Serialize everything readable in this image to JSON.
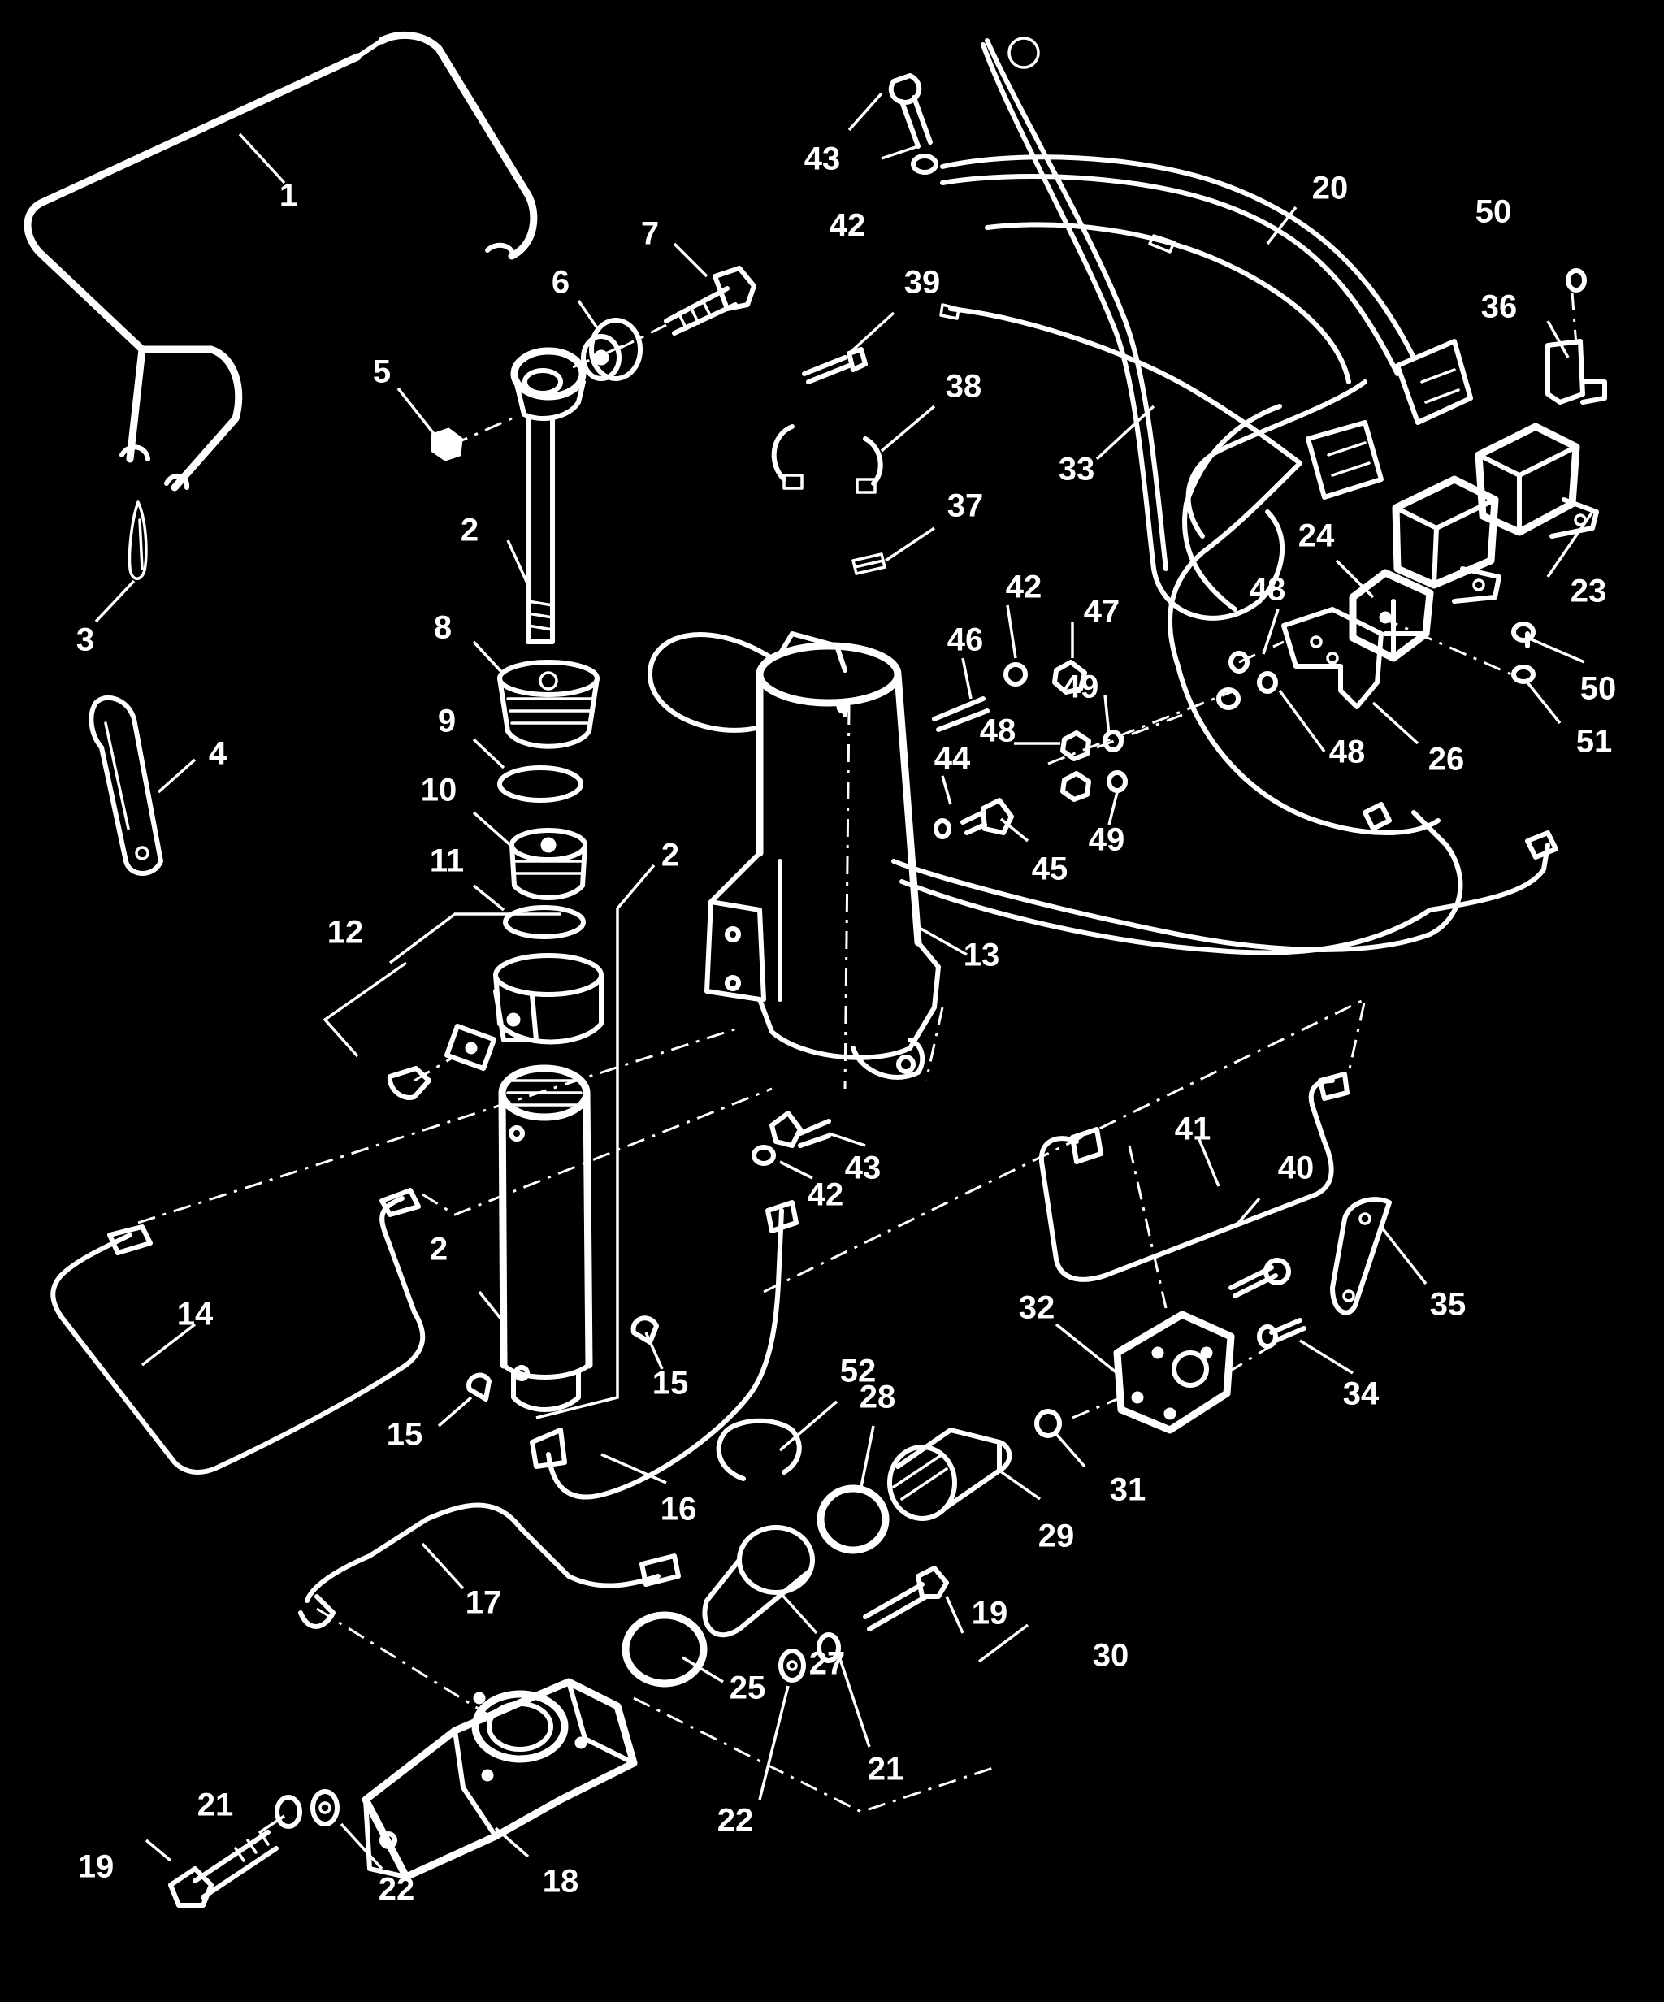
{
  "colors": {
    "background": "#000000",
    "linework": "#ffffff"
  },
  "callouts": [
    {
      "id": "c1",
      "text": "1"
    },
    {
      "id": "c2a",
      "text": "2"
    },
    {
      "id": "c2b",
      "text": "2"
    },
    {
      "id": "c2c",
      "text": "2"
    },
    {
      "id": "c3",
      "text": "3"
    },
    {
      "id": "c4",
      "text": "4"
    },
    {
      "id": "c5",
      "text": "5"
    },
    {
      "id": "c6",
      "text": "6"
    },
    {
      "id": "c7",
      "text": "7"
    },
    {
      "id": "c8",
      "text": "8"
    },
    {
      "id": "c9",
      "text": "9"
    },
    {
      "id": "c10",
      "text": "10"
    },
    {
      "id": "c11",
      "text": "11"
    },
    {
      "id": "c12",
      "text": "12"
    },
    {
      "id": "c13",
      "text": "13"
    },
    {
      "id": "c14",
      "text": "14"
    },
    {
      "id": "c15a",
      "text": "15"
    },
    {
      "id": "c15b",
      "text": "15"
    },
    {
      "id": "c16",
      "text": "16"
    },
    {
      "id": "c17",
      "text": "17"
    },
    {
      "id": "c18",
      "text": "18"
    },
    {
      "id": "c19a",
      "text": "19"
    },
    {
      "id": "c19b",
      "text": "19"
    },
    {
      "id": "c20",
      "text": "20"
    },
    {
      "id": "c21a",
      "text": "21"
    },
    {
      "id": "c21b",
      "text": "21"
    },
    {
      "id": "c22a",
      "text": "22"
    },
    {
      "id": "c22b",
      "text": "22"
    },
    {
      "id": "c23",
      "text": "23"
    },
    {
      "id": "c24",
      "text": "24"
    },
    {
      "id": "c25",
      "text": "25"
    },
    {
      "id": "c26",
      "text": "26"
    },
    {
      "id": "c27",
      "text": "27"
    },
    {
      "id": "c28",
      "text": "28"
    },
    {
      "id": "c29",
      "text": "29"
    },
    {
      "id": "c30",
      "text": "30"
    },
    {
      "id": "c31",
      "text": "31"
    },
    {
      "id": "c32",
      "text": "32"
    },
    {
      "id": "c33",
      "text": "33"
    },
    {
      "id": "c34",
      "text": "34"
    },
    {
      "id": "c35",
      "text": "35"
    },
    {
      "id": "c36",
      "text": "36"
    },
    {
      "id": "c37",
      "text": "37"
    },
    {
      "id": "c38",
      "text": "38"
    },
    {
      "id": "c39",
      "text": "39"
    },
    {
      "id": "c40",
      "text": "40"
    },
    {
      "id": "c41",
      "text": "41"
    },
    {
      "id": "c42a",
      "text": "42"
    },
    {
      "id": "c42b",
      "text": "42"
    },
    {
      "id": "c42c",
      "text": "42"
    },
    {
      "id": "c43a",
      "text": "43"
    },
    {
      "id": "c43b",
      "text": "43"
    },
    {
      "id": "c44",
      "text": "44"
    },
    {
      "id": "c45",
      "text": "45"
    },
    {
      "id": "c46",
      "text": "46"
    },
    {
      "id": "c47",
      "text": "47"
    },
    {
      "id": "c48a",
      "text": "48"
    },
    {
      "id": "c48b",
      "text": "48"
    },
    {
      "id": "c48c",
      "text": "48"
    },
    {
      "id": "c49a",
      "text": "49"
    },
    {
      "id": "c49b",
      "text": "49"
    },
    {
      "id": "c50a",
      "text": "50"
    },
    {
      "id": "c50b",
      "text": "50"
    },
    {
      "id": "c51",
      "text": "51"
    },
    {
      "id": "c52",
      "text": "52"
    }
  ]
}
